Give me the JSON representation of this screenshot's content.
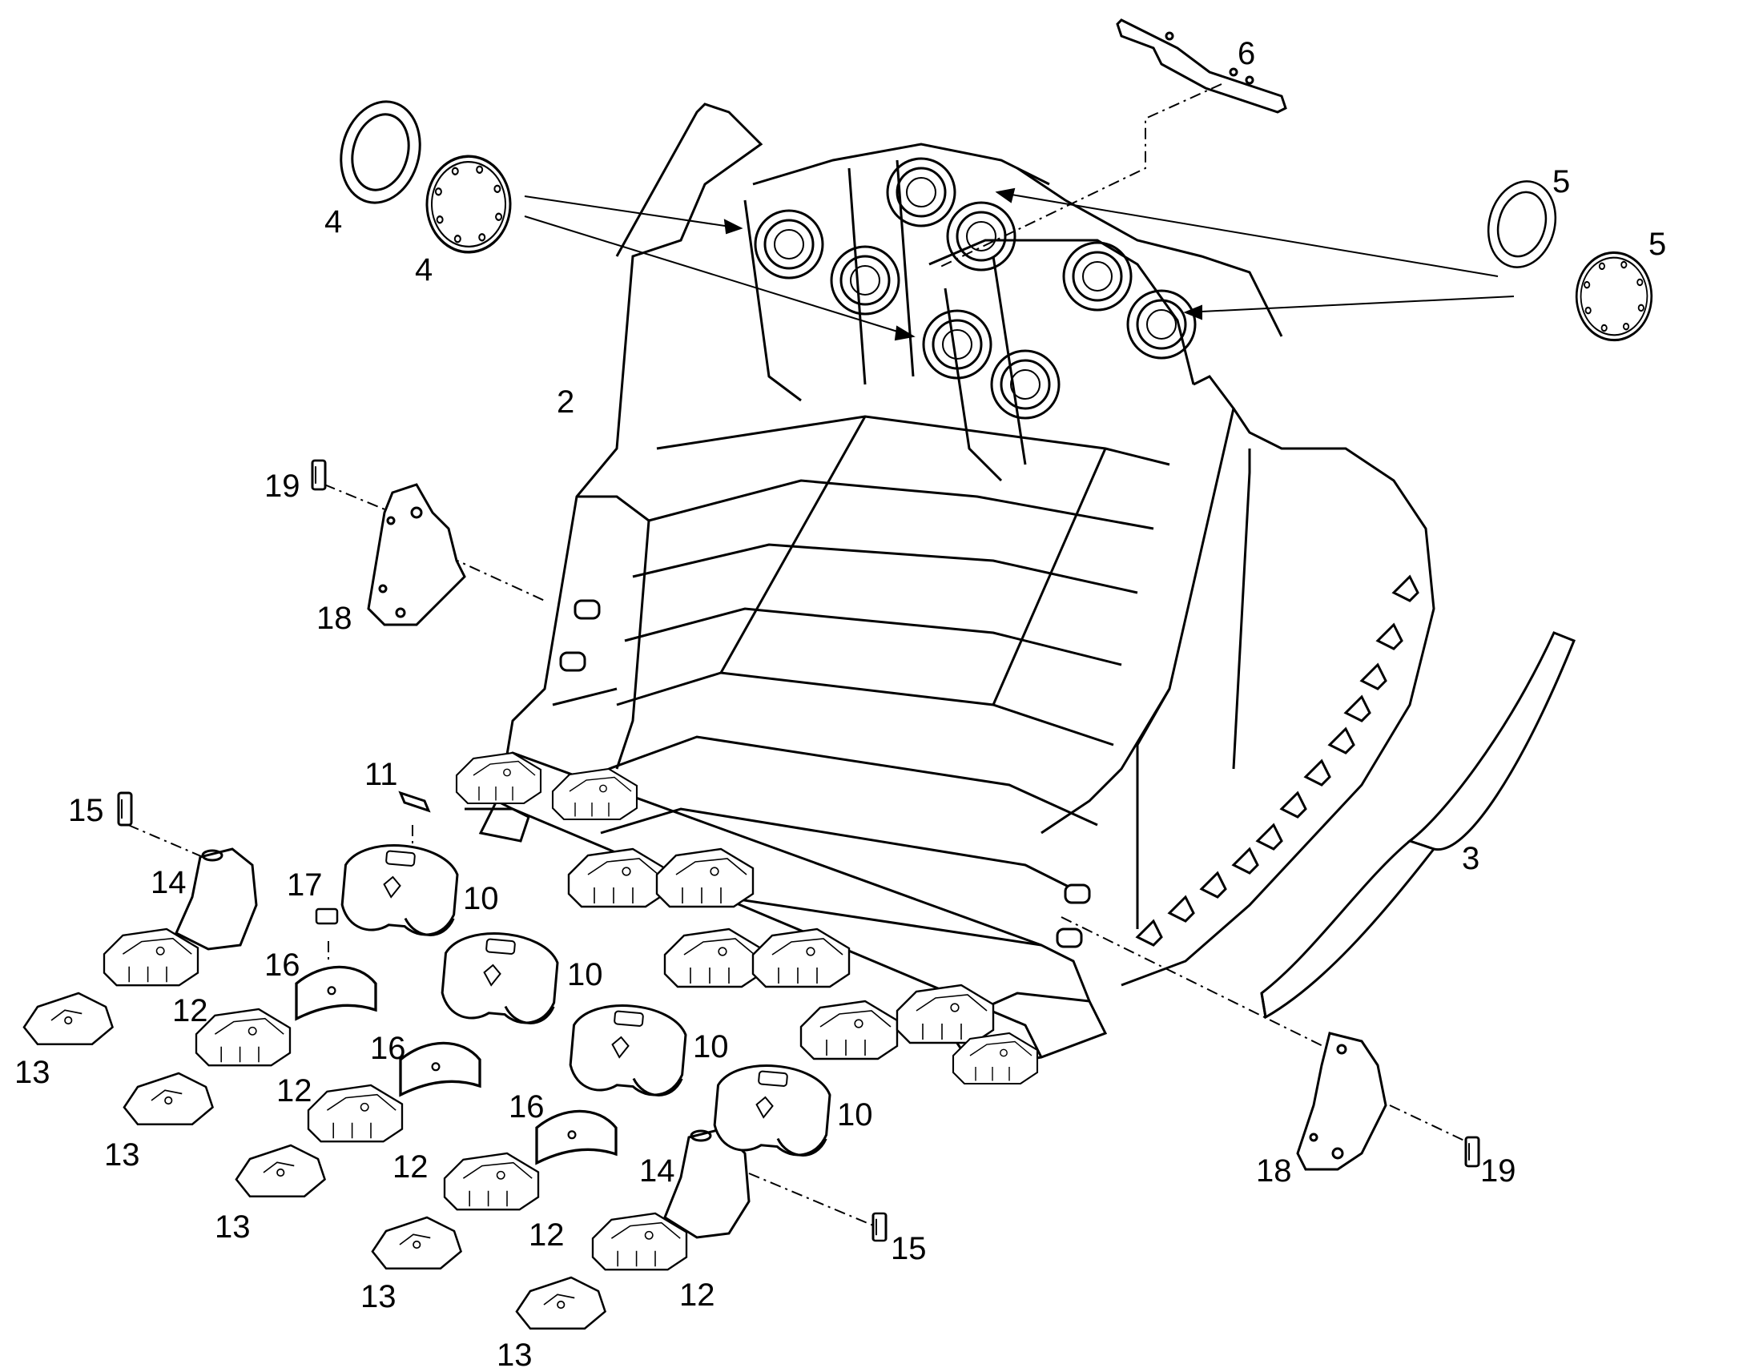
{
  "diagram": {
    "type": "exploded-parts-drawing",
    "line_color": "#000000",
    "background": "#ffffff",
    "callouts": {
      "c2": "2",
      "c3": "3",
      "c4a": "4",
      "c4b": "4",
      "c5a": "5",
      "c5b": "5",
      "c6": "6",
      "c10a": "10",
      "c10b": "10",
      "c10c": "10",
      "c10d": "10",
      "c11": "11",
      "c12a": "12",
      "c12b": "12",
      "c12c": "12",
      "c12d": "12",
      "c12e": "12",
      "c13a": "13",
      "c13b": "13",
      "c13c": "13",
      "c13d": "13",
      "c13e": "13",
      "c14a": "14",
      "c14b": "14",
      "c15a": "15",
      "c15b": "15",
      "c16a": "16",
      "c16b": "16",
      "c16c": "16",
      "c17": "17",
      "c18a": "18",
      "c18b": "18",
      "c19a": "19",
      "c19b": "19"
    }
  }
}
